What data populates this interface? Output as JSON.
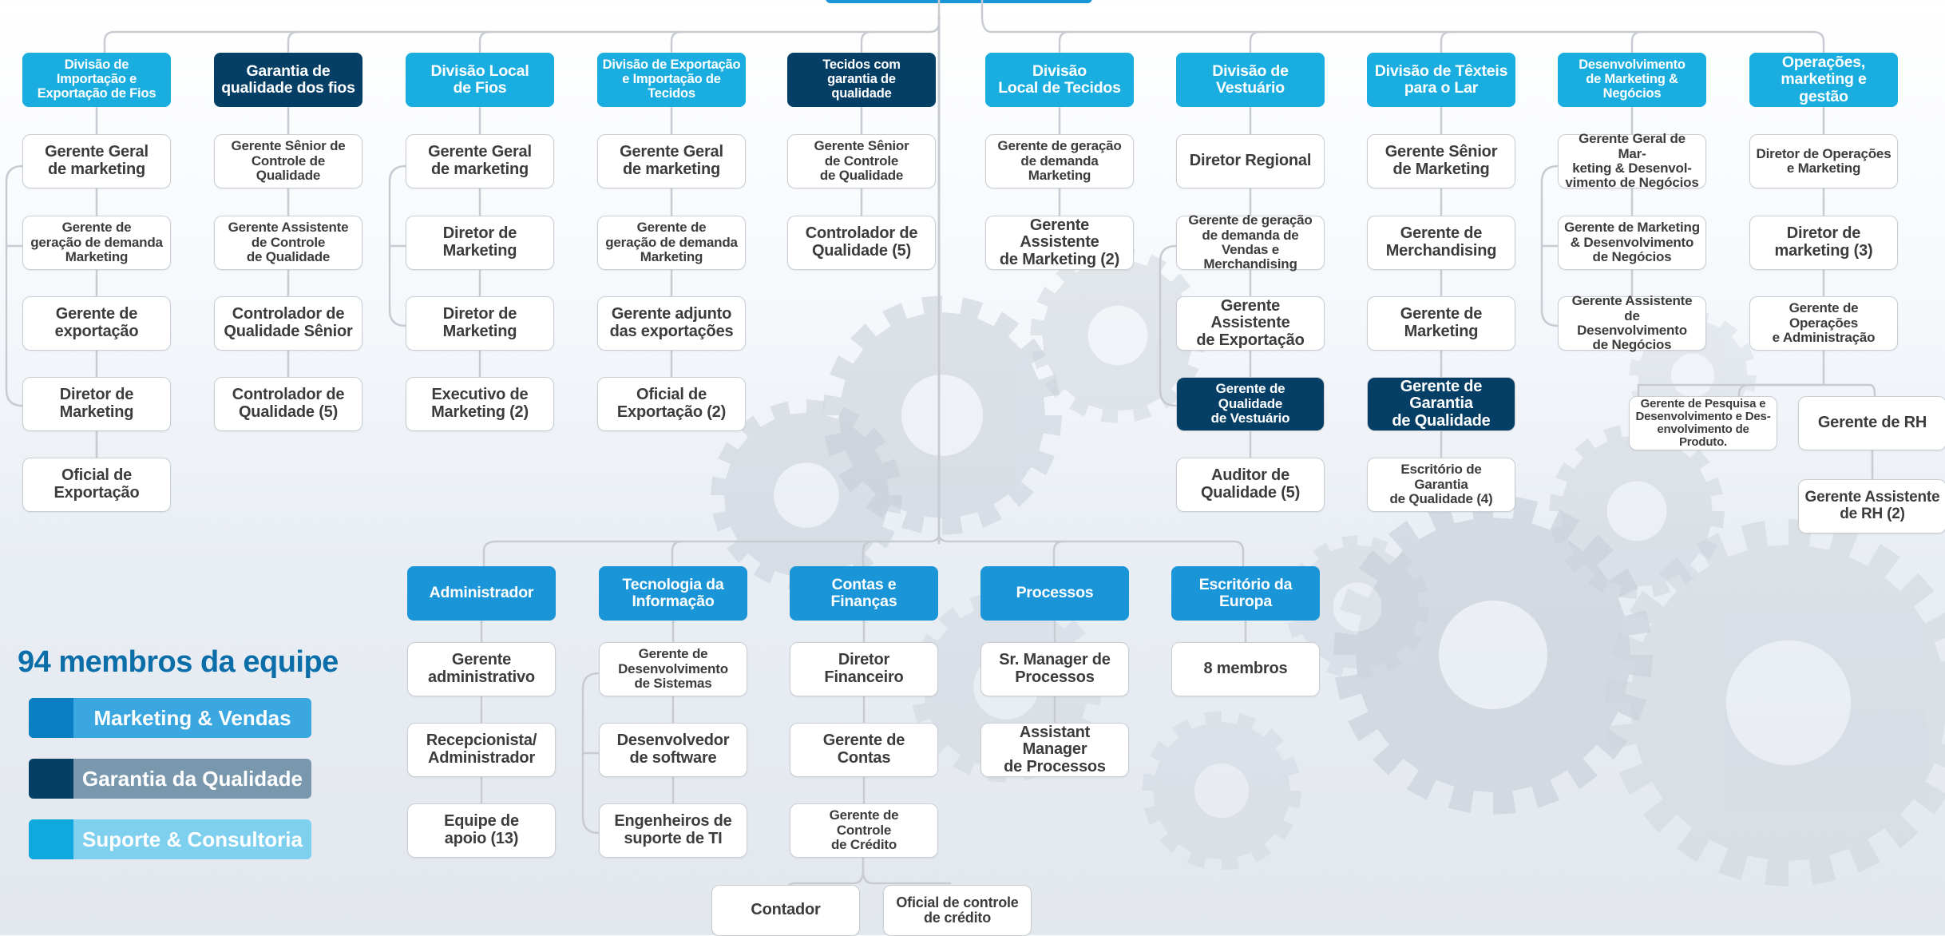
{
  "colors": {
    "marketing_sales": "#1a96d8",
    "quality_assurance": "#053f66",
    "support_consulting": "#1aaee0",
    "connector": "#c8ccd2",
    "team_title": "#0b6ea9"
  },
  "team_count_title": "94 membros da equipe",
  "legend": [
    {
      "label": "Marketing & Vendas",
      "color": "#1a96d8",
      "swatch": "#0b7fc4",
      "bg": "#3aa7e0"
    },
    {
      "label": "Garantia da Qualidade",
      "color": "#053f66",
      "swatch": "#053f66",
      "bg": "#7a98ad"
    },
    {
      "label": "Suporte & Consultoria",
      "color": "#1aaee0",
      "swatch": "#0fa9dd",
      "bg": "#7fd0ef"
    }
  ],
  "divisions": [
    {
      "label": "Divisão de\nImportação e\nExportação de Fios",
      "category": "support_consulting",
      "members": [
        "Gerente Geral\nde marketing",
        "Gerente de\ngeração de demanda\nMarketing",
        "Gerente de\nexportação",
        "Diretor de\nMarketing",
        "Oficial de\nExportação"
      ]
    },
    {
      "label": "Garantia de\nqualidade dos fios",
      "category": "quality_assurance",
      "members": [
        "Gerente Sênior de\nControle de\nQualidade",
        "Gerente Assistente\nde Controle\nde Qualidade",
        "Controlador de\nQualidade Sênior",
        "Controlador de\nQualidade (5)"
      ]
    },
    {
      "label": "Divisão Local\nde Fios",
      "category": "support_consulting",
      "members": [
        "Gerente Geral\nde marketing",
        "Diretor de\nMarketing",
        "Diretor de\nMarketing",
        "Executivo de\nMarketing (2)"
      ]
    },
    {
      "label": "Divisão de Exportação\ne Importação de\nTecidos",
      "category": "support_consulting",
      "members": [
        "Gerente Geral\nde marketing",
        "Gerente de\ngeração de demanda\nMarketing",
        "Gerente adjunto\ndas exportações",
        "Oficial de\nExportação (2)"
      ]
    },
    {
      "label": "Tecidos com\ngarantia de\nqualidade",
      "category": "quality_assurance",
      "members": [
        "Gerente Sênior\nde Controle\nde Qualidade",
        "Controlador de\nQualidade (5)"
      ]
    },
    {
      "label": "Divisão\nLocal de Tecidos",
      "category": "support_consulting",
      "members": [
        "Gerente de geração\nde demanda\nMarketing",
        "Gerente Assistente\nde Marketing (2)"
      ]
    },
    {
      "label": "Divisão de\nVestuário",
      "category": "support_consulting",
      "members": [
        "Diretor Regional",
        "Gerente de geração\nde demanda de\nVendas e Merchandising",
        "Gerente Assistente\nde Exportação",
        "Gerente de\nQualidade\nde Vestuário",
        "Auditor de\nQualidade (5)"
      ]
    },
    {
      "label": "Divisão de Têxteis\npara o Lar",
      "category": "support_consulting",
      "members": [
        "Gerente Sênior\nde Marketing",
        "Gerente de\nMerchandising",
        "Gerente de\nMarketing",
        "Gerente de Garantia\nde Qualidade",
        "Escritório de Garantia\nde Qualidade (4)"
      ]
    },
    {
      "label": "Desenvolvimento\nde Marketing &\nNegócios",
      "category": "support_consulting",
      "members": [
        "Gerente Geral de Mar-\nketing & Desenvol-\nvimento de Negócios",
        "Gerente de Marketing\n& Desenvolvimento\nde Negócios",
        "Gerente Assistente de\nDesenvolvimento\nde Negócios"
      ]
    },
    {
      "label": "Operações,\nmarketing e gestão",
      "category": "support_consulting",
      "members": [
        "Diretor de Operações\ne Marketing",
        "Diretor de\nmarketing (3)",
        "Gerente de Operações\ne Administração",
        "Gerente de Pesquisa e\nDesenvolvimento e Des-\nenvolvimento de Produto.",
        "Gerente de RH",
        "Gerente Assistente\nde RH (2)"
      ]
    }
  ],
  "support_units": [
    {
      "label": "Administrador",
      "category": "marketing_sales",
      "members": [
        "Gerente\nadministrativo",
        "Recepcionista/\nAdministrador",
        "Equipe de\napoio (13)"
      ]
    },
    {
      "label": "Tecnologia da\nInformação",
      "category": "marketing_sales",
      "members": [
        "Gerente de\nDesenvolvimento\nde Sistemas",
        "Desenvolvedor\nde software",
        "Engenheiros de\nsuporte de TI"
      ]
    },
    {
      "label": "Contas e\nFinanças",
      "category": "marketing_sales",
      "members": [
        "Diretor\nFinanceiro",
        "Gerente de\nContas",
        "Gerente de\nControle\nde Crédito",
        "Contador",
        "Oficial de controle\nde crédito"
      ]
    },
    {
      "label": "Processos",
      "category": "marketing_sales",
      "members": [
        "Sr. Manager de\nProcessos",
        "Assistant Manager\nde Processos"
      ]
    },
    {
      "label": "Escritório da\nEuropa",
      "category": "marketing_sales",
      "members": [
        "8 membros"
      ]
    }
  ]
}
